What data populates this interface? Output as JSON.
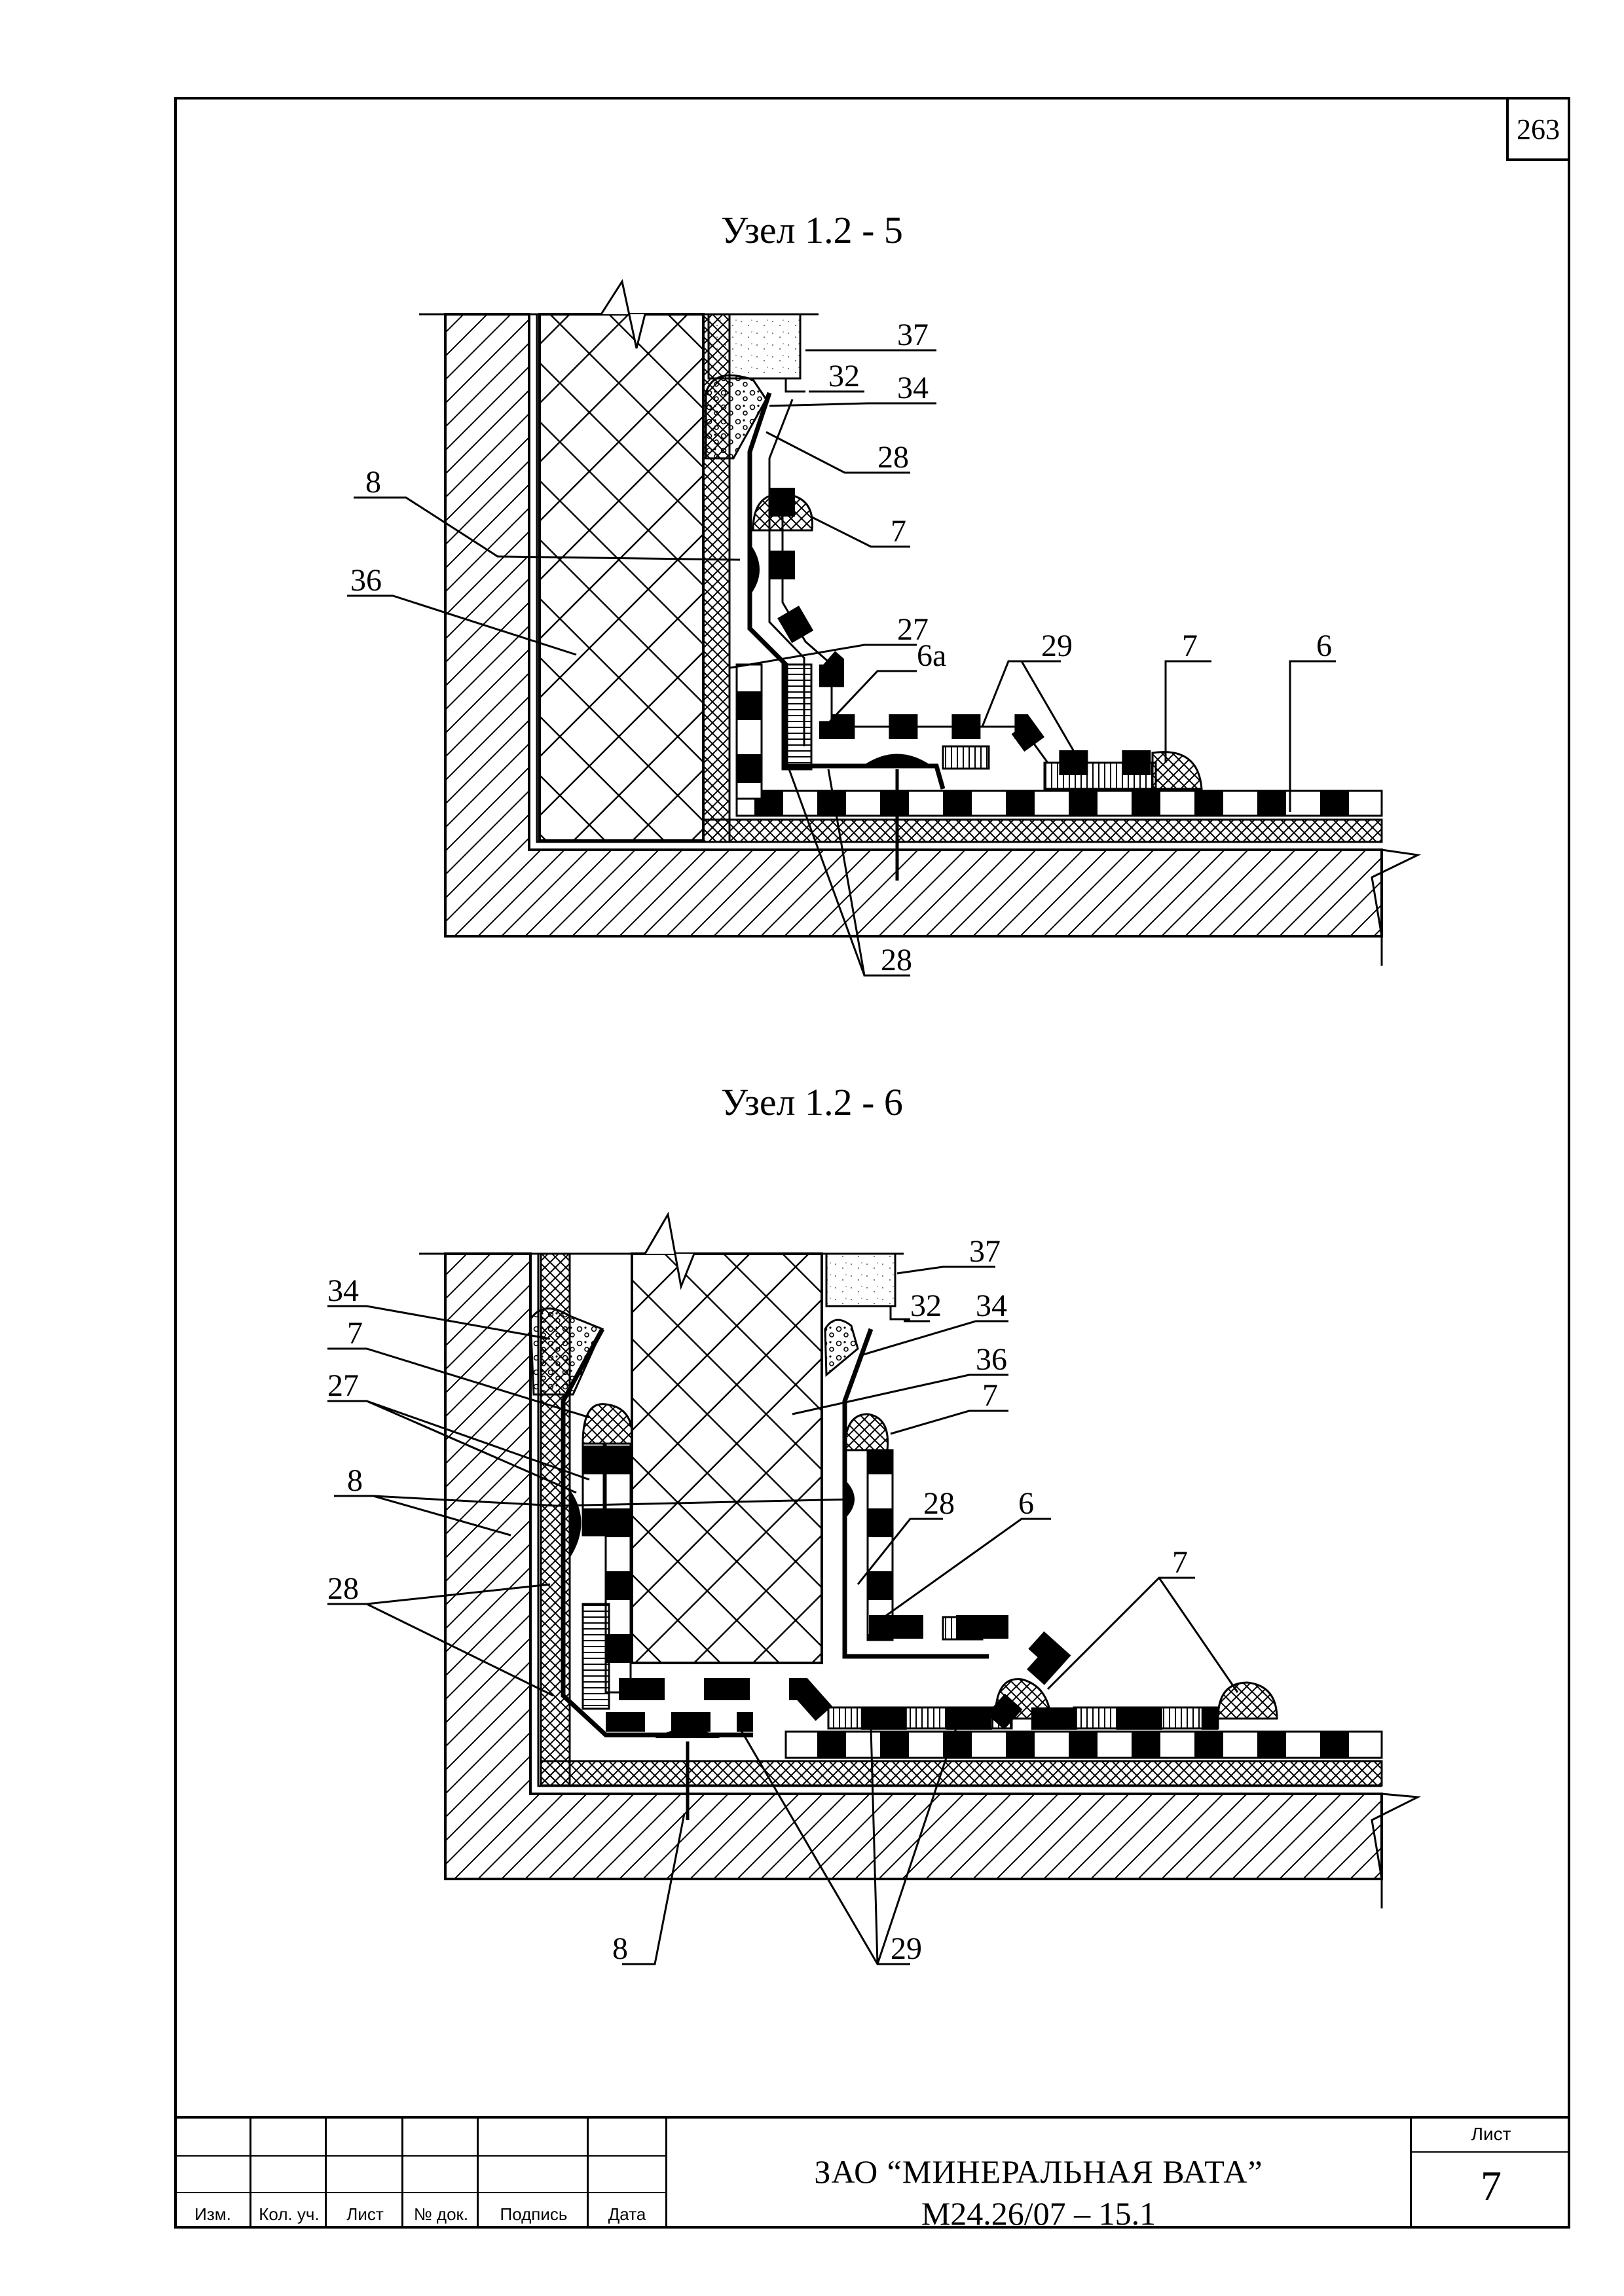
{
  "page_number": "263",
  "nodes": [
    {
      "title": "Узел 1.2 - 5",
      "callouts": [
        "37",
        "32",
        "34",
        "28",
        "8",
        "7",
        "36",
        "27",
        "6а",
        "29",
        "7",
        "6",
        "28"
      ]
    },
    {
      "title": "Узел 1.2 - 6",
      "callouts": [
        "37",
        "34",
        "32",
        "34",
        "7",
        "36",
        "27",
        "7",
        "8",
        "28",
        "6",
        "28",
        "7",
        "8",
        "29"
      ]
    }
  ],
  "title_block": {
    "columns": [
      "Изм.",
      "Кол. уч.",
      "Лист",
      "№ док.",
      "Подпись",
      "Дата"
    ],
    "organization": "ЗАО “МИНЕРАЛЬНАЯ ВАТА”",
    "document_code": "М24.26/07 – 15.1",
    "sheet_label": "Лист",
    "sheet_number": "7"
  }
}
